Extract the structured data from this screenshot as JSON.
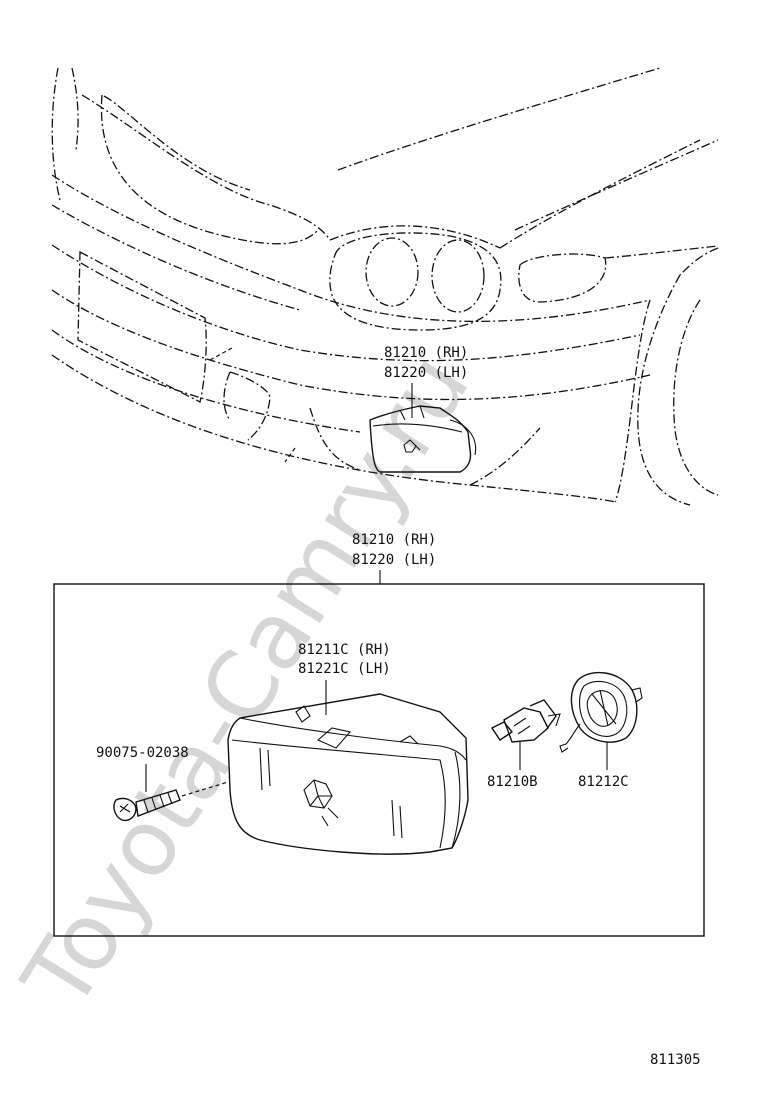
{
  "watermark": "Toyota-Camry.ru",
  "callouts": {
    "lamp_assembly_rh": "81210 (RH)",
    "lamp_assembly_lh": "81220 (LH)",
    "kit_assembly_rh": "81210 (RH)",
    "kit_assembly_lh": "81220 (LH)",
    "lens_housing_rh": "81211C (RH)",
    "lens_housing_lh": "81221C (LH)",
    "screw": "90075-02038",
    "bulb": "81210B",
    "socket": "81212C"
  },
  "diagram_number": "811305"
}
